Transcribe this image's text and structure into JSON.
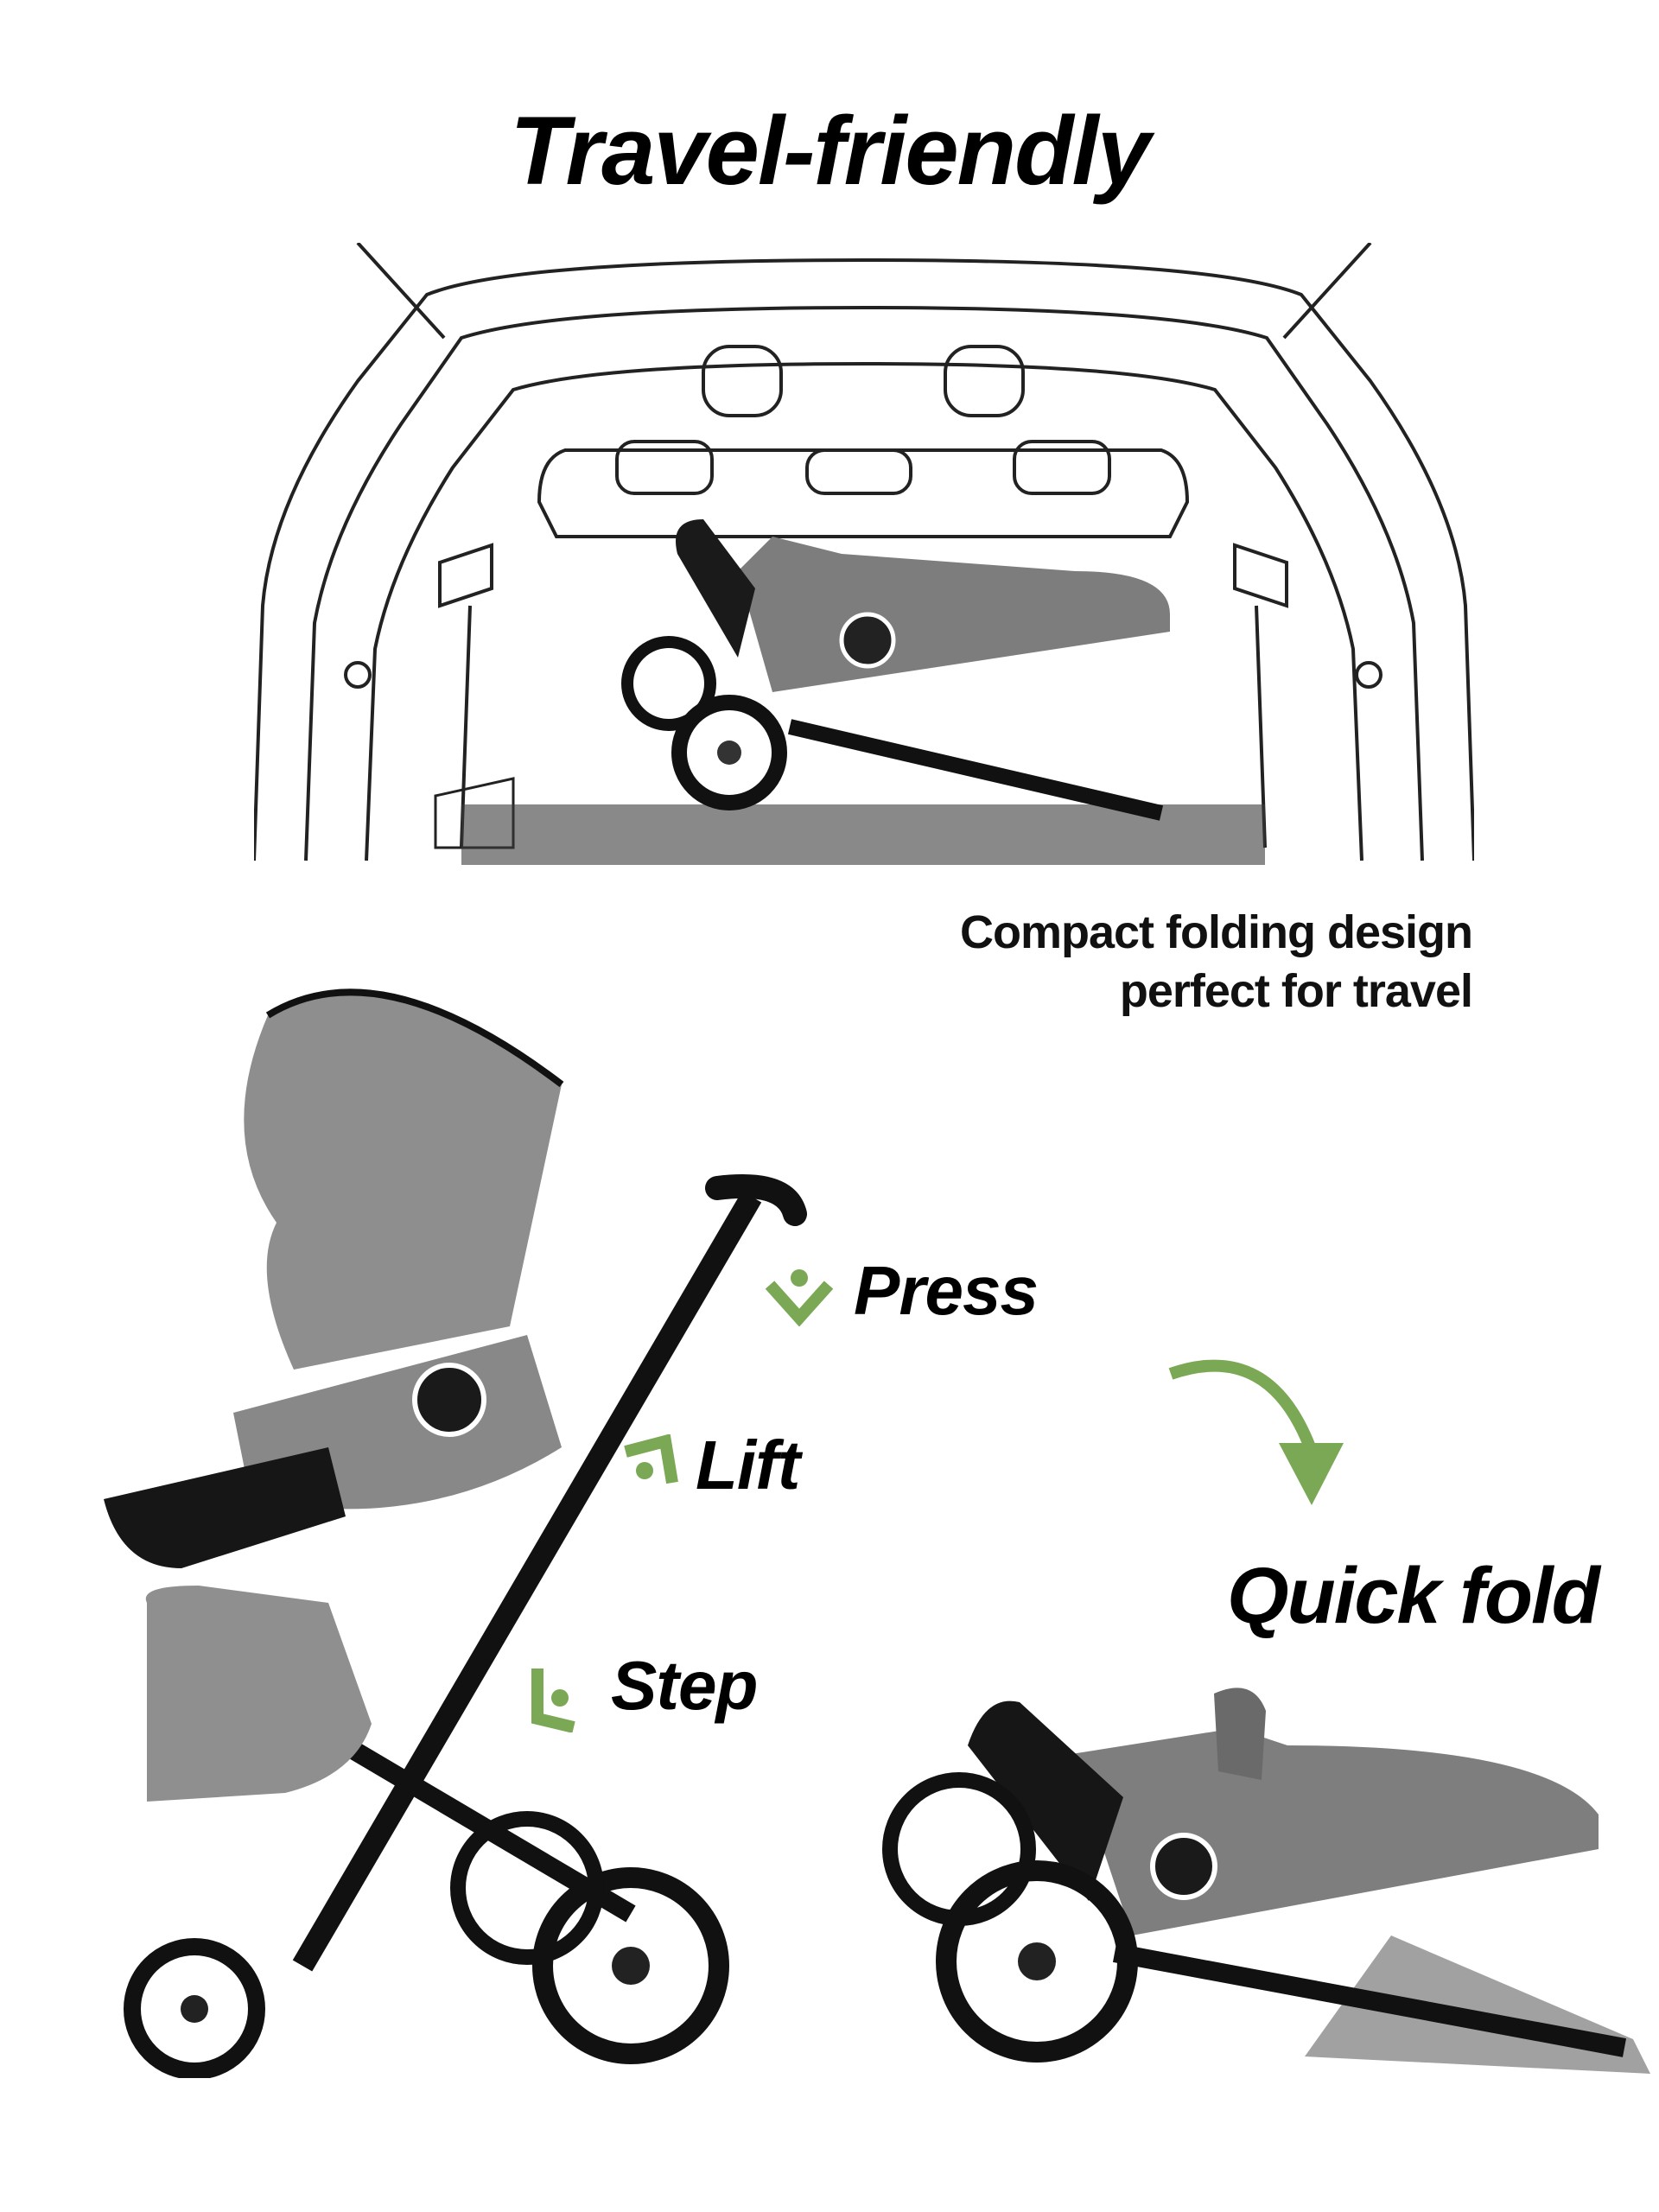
{
  "title": "Travel-friendly",
  "caption": {
    "line1": "Compact folding design",
    "line2": "perfect for travel"
  },
  "steps": [
    {
      "label": "Press",
      "icon": "press-down-icon"
    },
    {
      "label": "Lift",
      "icon": "lift-up-icon"
    },
    {
      "label": "Step",
      "icon": "step-icon"
    }
  ],
  "quick_fold": "Quick fold",
  "colors": {
    "accent": "#7aa855",
    "fabric": "#8c8c8c",
    "frame": "#111111"
  }
}
